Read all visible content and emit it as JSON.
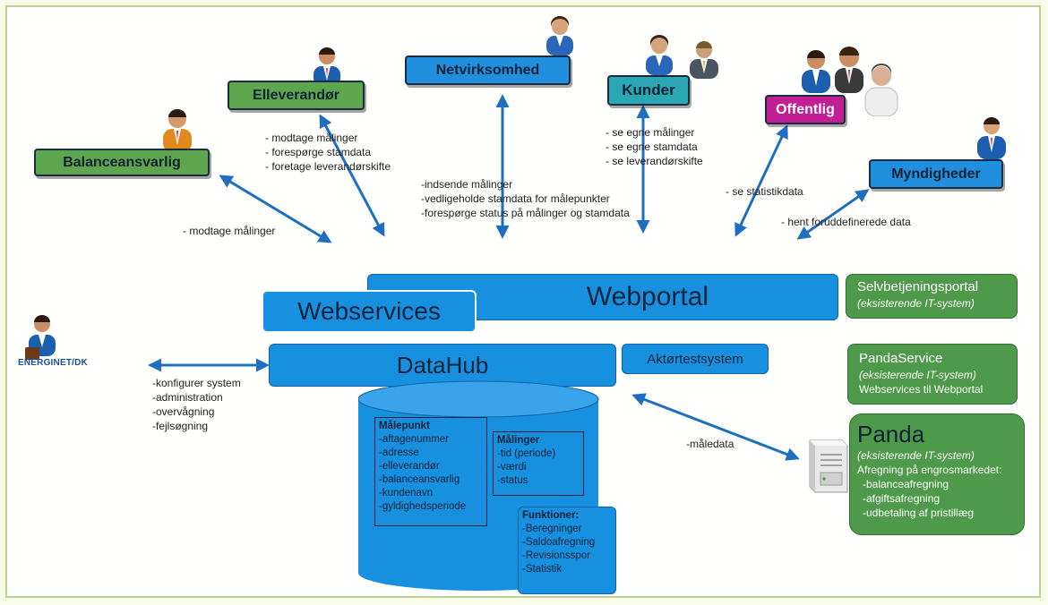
{
  "actors": {
    "balanceansvarlig": "Balanceansvarlig",
    "elleverandor": "Elleverandør",
    "netvirksomhed": "Netvirksomhed",
    "kunder": "Kunder",
    "offentlig": "Offentlig",
    "myndigheder": "Myndigheder"
  },
  "notes": {
    "balance": [
      "- modtage målinger"
    ],
    "elleverandor": [
      "- modtage målinger",
      "- forespørge stamdata",
      "- foretage leverandørskifte"
    ],
    "netvirksomhed": [
      "-indsende målinger",
      "-vedligeholde stamdata for målepunkter",
      "-forespørge status på målinger og stamdata"
    ],
    "kunder": [
      "- se egne målinger",
      "- se egne stamdata",
      "- se leverandørskifte"
    ],
    "offentlig": [
      "- se statistikdata"
    ],
    "myndigheder": [
      "- hent foruddefinerede data"
    ],
    "energinet": [
      "-konfigurer system",
      "-administration",
      "-overvågning",
      "-fejlsøgning"
    ],
    "panda": [
      "-måledata"
    ]
  },
  "energinet_logo": "ENERGINET/DK",
  "systems": {
    "webportal": "Webportal",
    "webservices": "Webservices",
    "datahub": "DataHub",
    "aktortest": "Aktørtestsystem"
  },
  "side": {
    "selvbetjening": {
      "title": "Selvbetjeningsportal",
      "sub": "(eksisterende IT-system)"
    },
    "pandaservice": {
      "title": "PandaService",
      "sub": "(eksisterende IT-system)",
      "line": "Webservices til Webportal"
    },
    "panda": {
      "title": "Panda",
      "sub": "(eksisterende IT-system)",
      "line": "Afregning på engrosmarkedet:",
      "items": [
        "-balanceafregning",
        "-afgiftsafregning",
        "-udbetaling af pristillæg"
      ]
    }
  },
  "db": {
    "malepunkt": {
      "title": "Målepunkt",
      "items": [
        "-aftagenummer",
        "-adresse",
        "-elleverandør",
        "-balanceansvarlig",
        "-kundenavn",
        "-gyldighedsperiode"
      ]
    },
    "malinger": {
      "title": "Målinger",
      "items": [
        "-tid (periode)",
        "-værdi",
        "-status"
      ]
    },
    "funktioner": {
      "title": "Funktioner:",
      "items": [
        "-Beregninger",
        "-Saldoafregning",
        "-Revisionsspor",
        "-Statistik"
      ]
    }
  },
  "colors": {
    "green": "#5ea64e",
    "blue": "#1f8fde",
    "teal": "#2aa7b3",
    "magenta": "#c21f95",
    "arrow": "#1e6fc0"
  }
}
